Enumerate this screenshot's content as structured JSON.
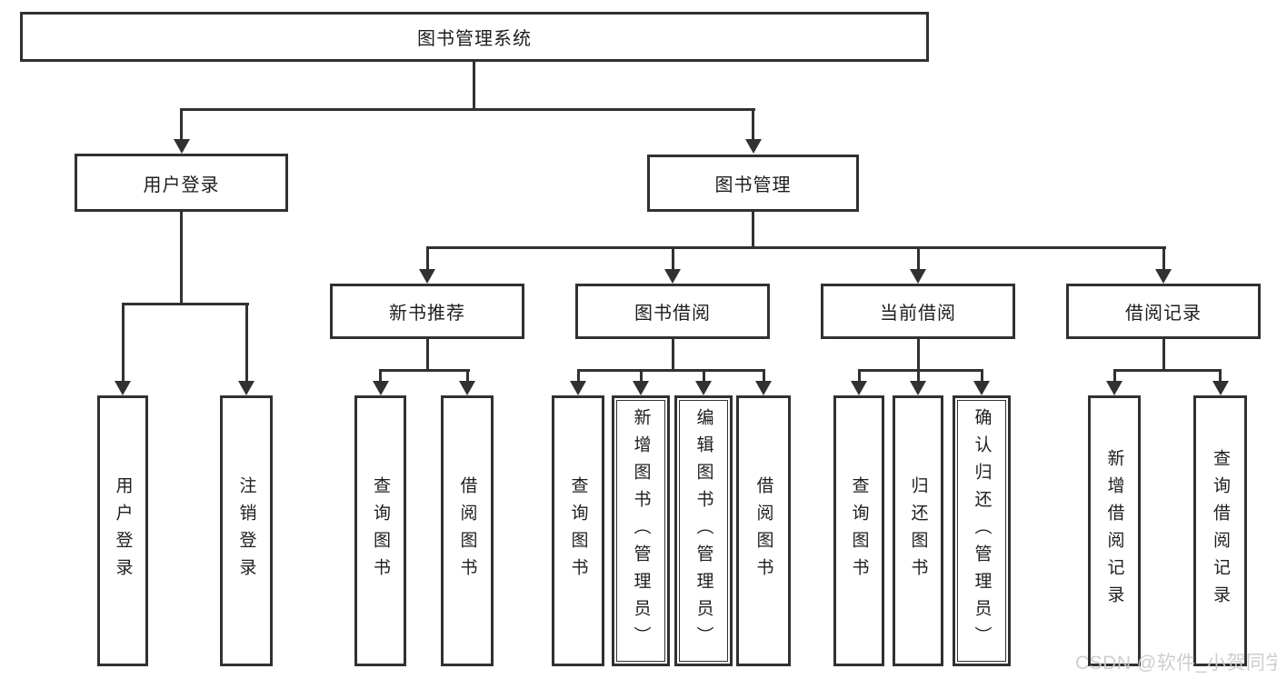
{
  "diagram_type": "hierarchy-tree",
  "colors": {
    "background": "#ffffff",
    "line": "#313131",
    "box_border": "#313131",
    "box_fill": "#ffffff",
    "text": "#1e1e1e",
    "watermark": "#cbcbcb"
  },
  "tree": {
    "label": "图书管理系统",
    "children": [
      {
        "label": "用户登录",
        "children": [
          {
            "label": "用户登录"
          },
          {
            "label": "注销登录"
          }
        ]
      },
      {
        "label": "图书管理",
        "children": [
          {
            "label": "新书推荐",
            "children": [
              {
                "label": "查询图书"
              },
              {
                "label": "借阅图书"
              }
            ]
          },
          {
            "label": "图书借阅",
            "children": [
              {
                "label": "查询图书"
              },
              {
                "label": "新增图书（管理员）",
                "admin": true
              },
              {
                "label": "编辑图书（管理员）",
                "admin": true
              },
              {
                "label": "借阅图书"
              }
            ]
          },
          {
            "label": "当前借阅",
            "children": [
              {
                "label": "查询图书"
              },
              {
                "label": "归还图书"
              },
              {
                "label": "确认归还（管理员）",
                "admin": true
              }
            ]
          },
          {
            "label": "借阅记录",
            "children": [
              {
                "label": "新增借阅记录"
              },
              {
                "label": "查询借阅记录"
              }
            ]
          }
        ]
      }
    ]
  },
  "watermark": {
    "text": "CSDN @软件_小贺同学"
  }
}
